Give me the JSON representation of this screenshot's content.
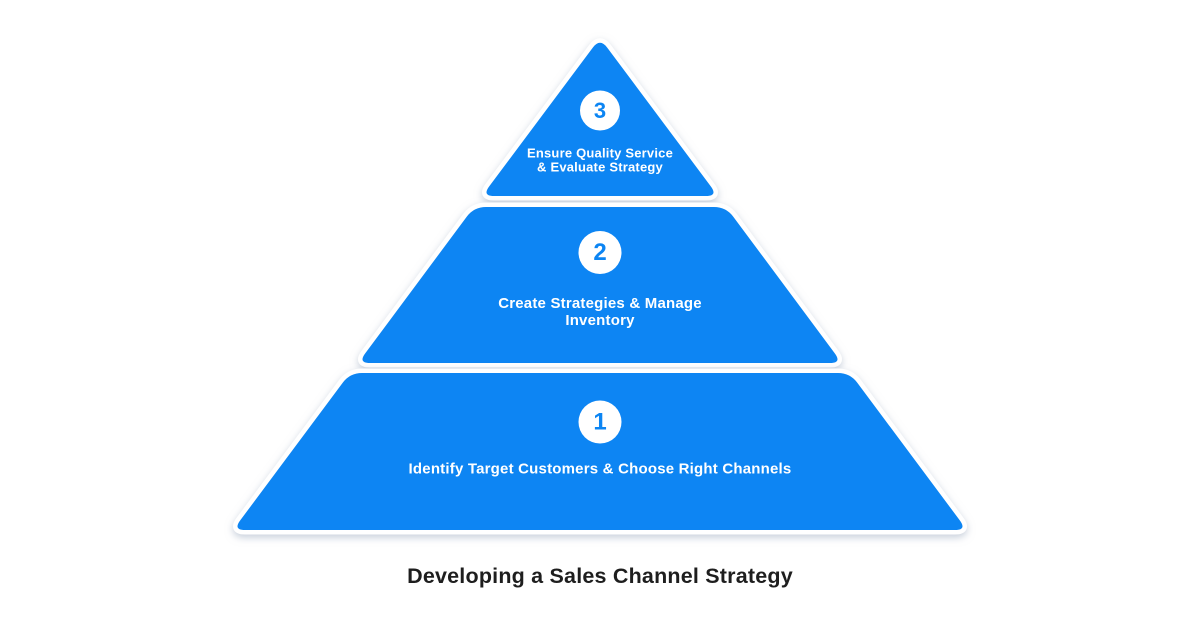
{
  "title": "Developing a Sales Channel Strategy",
  "colors": {
    "primary_blue": "#0c85f3",
    "text_on_blue": "#ffffff",
    "badge_fill": "#ffffff",
    "badge_number": "#0c85f3",
    "title_text": "#1e1e1e",
    "shadow": "#97a6bb",
    "background": "#ffffff"
  },
  "pyramid": {
    "levels": [
      {
        "number": "3",
        "lines": [
          "Ensure Quality Service",
          "& Evaluate Strategy"
        ]
      },
      {
        "number": "2",
        "lines": [
          "Create Strategies & Manage",
          "Inventory"
        ]
      },
      {
        "number": "1",
        "lines": [
          "Identify Target Customers & Choose Right Channels"
        ]
      }
    ]
  },
  "chart_data": {
    "type": "pyramid",
    "title": "Developing a Sales Channel Strategy",
    "levels_top_to_bottom": [
      {
        "step": 3,
        "label": "Ensure Quality Service & Evaluate Strategy"
      },
      {
        "step": 2,
        "label": "Create Strategies & Manage Inventory"
      },
      {
        "step": 1,
        "label": "Identify Target Customers & Choose Right Channels"
      }
    ],
    "legend_position": "none",
    "grid": false
  }
}
